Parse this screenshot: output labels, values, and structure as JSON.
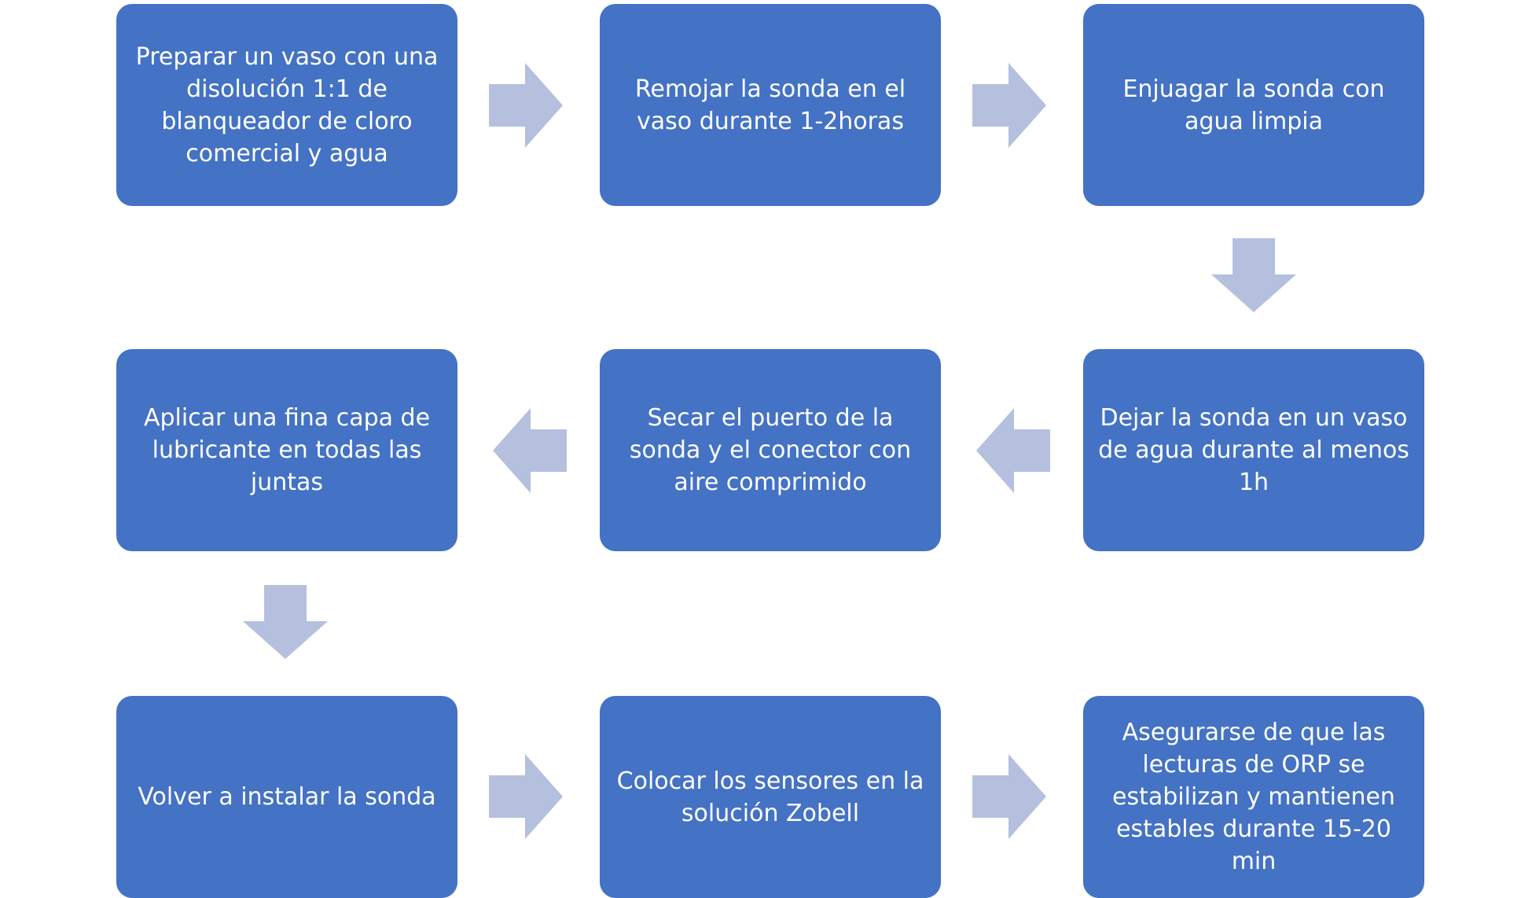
{
  "steps": [
    {
      "id": "step-1",
      "text": "Preparar un vaso con una disolución 1:1 de blanqueador de cloro comercial y agua"
    },
    {
      "id": "step-2",
      "text": "Remojar la sonda en el vaso durante 1-2horas"
    },
    {
      "id": "step-3",
      "text": "Enjuagar la sonda con agua limpia"
    },
    {
      "id": "step-4",
      "text": "Dejar la sonda en un vaso de agua durante al menos 1h"
    },
    {
      "id": "step-5",
      "text": "Secar el puerto de la sonda y el conector con aire comprimido"
    },
    {
      "id": "step-6",
      "text": "Aplicar una fina capa de lubricante en todas las juntas"
    },
    {
      "id": "step-7",
      "text": "Volver a instalar la sonda"
    },
    {
      "id": "step-8",
      "text": "Colocar los sensores en la solución Zobell"
    },
    {
      "id": "step-9",
      "text": "Asegurarse de que las lecturas de ORP se estabilizan y mantienen estables durante 15-20 min"
    }
  ],
  "colors": {
    "box_fill": "#4472c4",
    "box_text": "#ffffff",
    "arrow_fill": "#b4c0de"
  }
}
